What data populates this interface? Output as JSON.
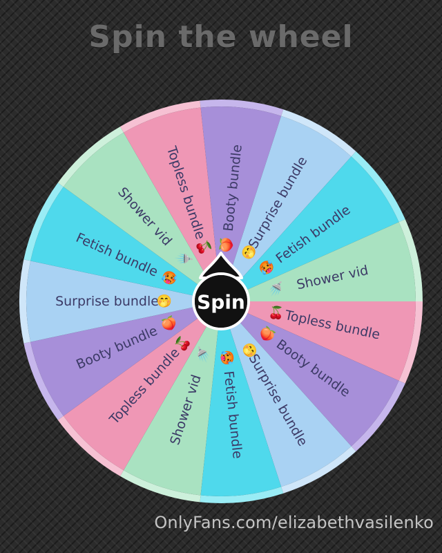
{
  "title": "Spin the wheel",
  "spin_button": {
    "label": "Spin"
  },
  "watermark": "OnlyFans.com/elizabethvasilenko",
  "wheel": {
    "segments": [
      {
        "label": "Booty bundle",
        "emoji": "🍑",
        "color": "#a78fd9",
        "rim": "#c6b6ec"
      },
      {
        "label": "Surprise bundle",
        "emoji": "🤭",
        "color": "#a9d2f3",
        "rim": "#cfe6f9"
      },
      {
        "label": "Fetish bundle",
        "emoji": "🥵",
        "color": "#4fd9ec",
        "rim": "#99ecf5"
      },
      {
        "label": "Shower vid",
        "emoji": "🚿",
        "color": "#a9e2c1",
        "rim": "#cdf0db"
      },
      {
        "label": "Topless bundle",
        "emoji": "🍒",
        "color": "#ef97b5",
        "rim": "#f6c1d3"
      },
      {
        "label": "Booty bundle",
        "emoji": "🍑",
        "color": "#a78fd9",
        "rim": "#c6b6ec"
      },
      {
        "label": "Surprise bundle",
        "emoji": "🤭",
        "color": "#a9d2f3",
        "rim": "#cfe6f9"
      },
      {
        "label": "Fetish bundle",
        "emoji": "🥵",
        "color": "#4fd9ec",
        "rim": "#99ecf5"
      },
      {
        "label": "Shower vid",
        "emoji": "🚿",
        "color": "#a9e2c1",
        "rim": "#cdf0db"
      },
      {
        "label": "Topless bundle",
        "emoji": "🍒",
        "color": "#ef97b5",
        "rim": "#f6c1d3"
      },
      {
        "label": "Booty bundle",
        "emoji": "🍑",
        "color": "#a78fd9",
        "rim": "#c6b6ec"
      },
      {
        "label": "Surprise bundle",
        "emoji": "🤭",
        "color": "#a9d2f3",
        "rim": "#cfe6f9"
      },
      {
        "label": "Fetish bundle",
        "emoji": "🥵",
        "color": "#4fd9ec",
        "rim": "#99ecf5"
      },
      {
        "label": "Shower vid",
        "emoji": "🚿",
        "color": "#a9e2c1",
        "rim": "#cdf0db"
      },
      {
        "label": "Topless bundle",
        "emoji": "🍒",
        "color": "#ef97b5",
        "rim": "#f6c1d3"
      }
    ],
    "text_color": "#3c3a66",
    "hub_color": "#111111"
  }
}
